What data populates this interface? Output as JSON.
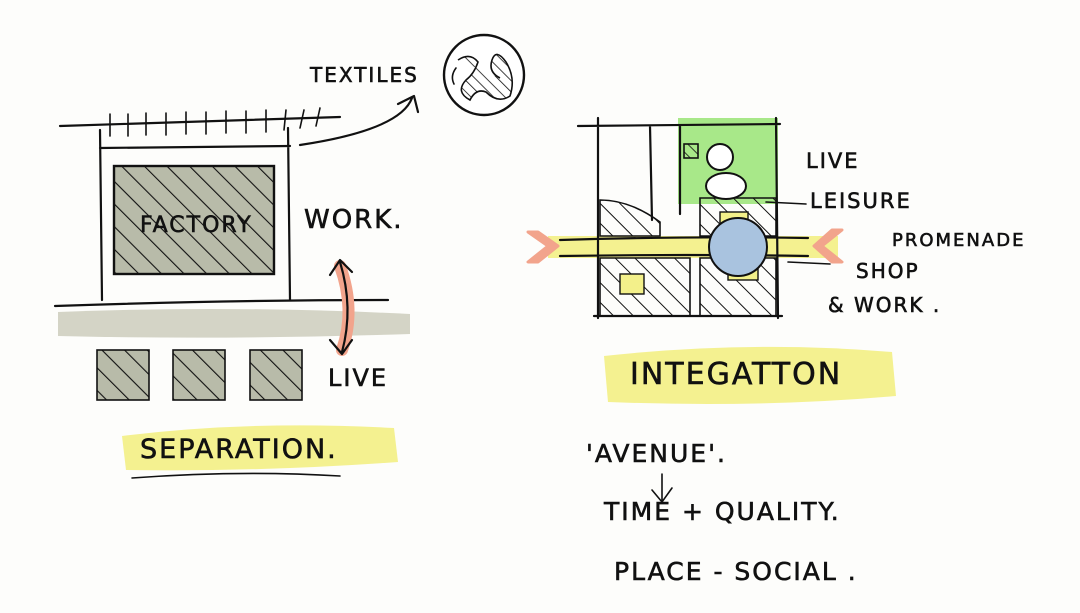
{
  "colors": {
    "paper": "#fdfdfb",
    "ink": "#111111",
    "highlight_yellow": "#f3f08a",
    "green": "#9ee57c",
    "grey_band": "#cfcfc0",
    "salmon": "#f2a48c",
    "hatch_fill": "#b8bba9",
    "blue": "#a9c3df"
  },
  "left_sketch": {
    "textiles_label": "TEXTILES",
    "factory_label": "FACTORY",
    "work_label": "WORK.",
    "live_label": "LIVE",
    "caption": "SEPARATION."
  },
  "right_sketch": {
    "live_label": "LIVE",
    "leisure_label": "LEISURE",
    "promenade_label": "PROMENADE",
    "shop_label": "SHOP",
    "work_label": "& WORK .",
    "caption": "INTEGATTON"
  },
  "notes": {
    "avenue": "'AVENUE'.",
    "time_quality": "TIME + QUALITY.",
    "place_social": "PLACE - SOCIAL ."
  }
}
